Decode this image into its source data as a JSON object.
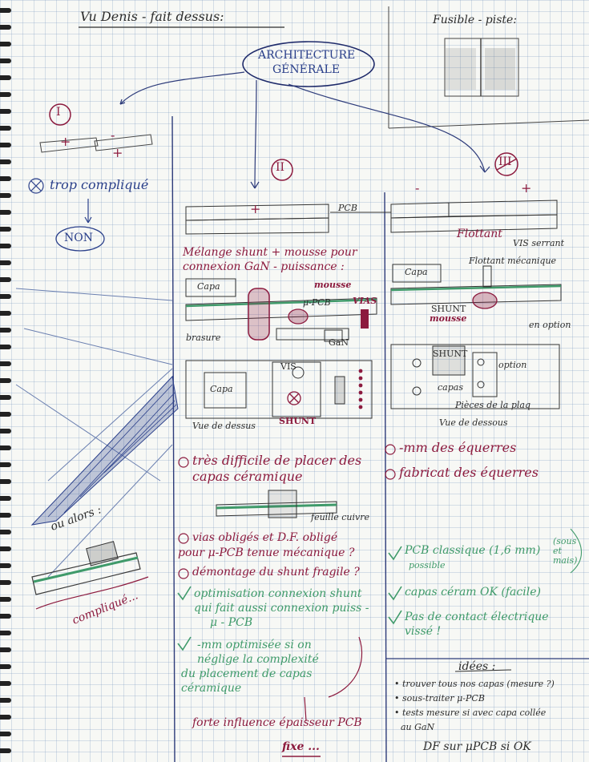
{
  "header": {
    "title": "Vu Denis - fait dessus:",
    "fusible": "Fusible - piste:",
    "bubble_line1": "ARCHITECTURE",
    "bubble_line2": "GÉNÉRALE"
  },
  "col1": {
    "roman": "I",
    "plus": "+",
    "minus": "-",
    "verdict": "trop compliqué",
    "non": "NON",
    "ou_alors": "ou alors :",
    "complique": "compliqué..."
  },
  "col2": {
    "roman": "II",
    "pcb": "PCB",
    "plus": "+",
    "melange_1": "Mélange shunt + mousse pour",
    "melange_2": "connexion GaN - puissance :",
    "capa": "Capa",
    "mousse": "mousse",
    "upcb": "μ-PCB",
    "vias": "VIAS",
    "brasure": "brasure",
    "gan": "GaN",
    "vis": "VIS",
    "capa_top": "Capa",
    "shunt": "SHUNT",
    "vue_dessus": "Vue de dessus",
    "cons1_1": "très difficile de placer des",
    "cons1_2": "capas céramique",
    "feuille_cuivre": "feuille cuivre",
    "cons2_1": "vias obligés et D.F. obligé",
    "cons2_2": "pour μ-PCB    tenue mécanique ?",
    "cons3": "démontage du shunt fragile ?",
    "pro1_1": "optimisation connexion shunt",
    "pro1_2": "qui fait aussi connexion puiss -",
    "pro1_3": "μ - PCB",
    "pro2_1": "-mm optimisée si on",
    "pro2_2": "néglige la complexité",
    "pro2_3": "du placement de capas",
    "pro2_4": "céramique",
    "forte_1": "forte influence épaisseur PCB",
    "forte_2": "fixe ..."
  },
  "col3": {
    "roman": "III",
    "minus": "-",
    "plus": "+",
    "flottant": "Flottant",
    "vis_serrant": "VIS serrant",
    "flottant_meca": "Flottant mécanique",
    "capa": "Capa",
    "shunt": "SHUNT",
    "mousse": "mousse",
    "en_option": "en option",
    "capas": "capas",
    "shunt_small": "SHUNT",
    "option": "option",
    "pieces": "Pièces de la plaq",
    "vue_dessous": "Vue de dessous",
    "cons1": "-mm des équerres",
    "cons2": "fabricat des équerres",
    "pro1_1": "PCB classique (1,6 mm)",
    "pro1_2": "possible",
    "pro1_side": "(sous et mais)",
    "pro2": "capas céram OK (facile)",
    "pro3_1": "Pas de contact électrique",
    "pro3_2": "vissé !"
  },
  "ideas": {
    "title": "idées :",
    "line1": "• trouver tous nos capas (mesure ?)",
    "line2": "• sous-traiter μ-PCB",
    "line3": "• tests mesure si avec capa collée",
    "line4": "au GaN",
    "line5": "DF sur μPCB si OK"
  },
  "colors": {
    "ink_blue": "#2a3f8a",
    "ink_red": "#8c1a3e",
    "ink_green": "#3f9a6a",
    "grid": "#7896be"
  }
}
